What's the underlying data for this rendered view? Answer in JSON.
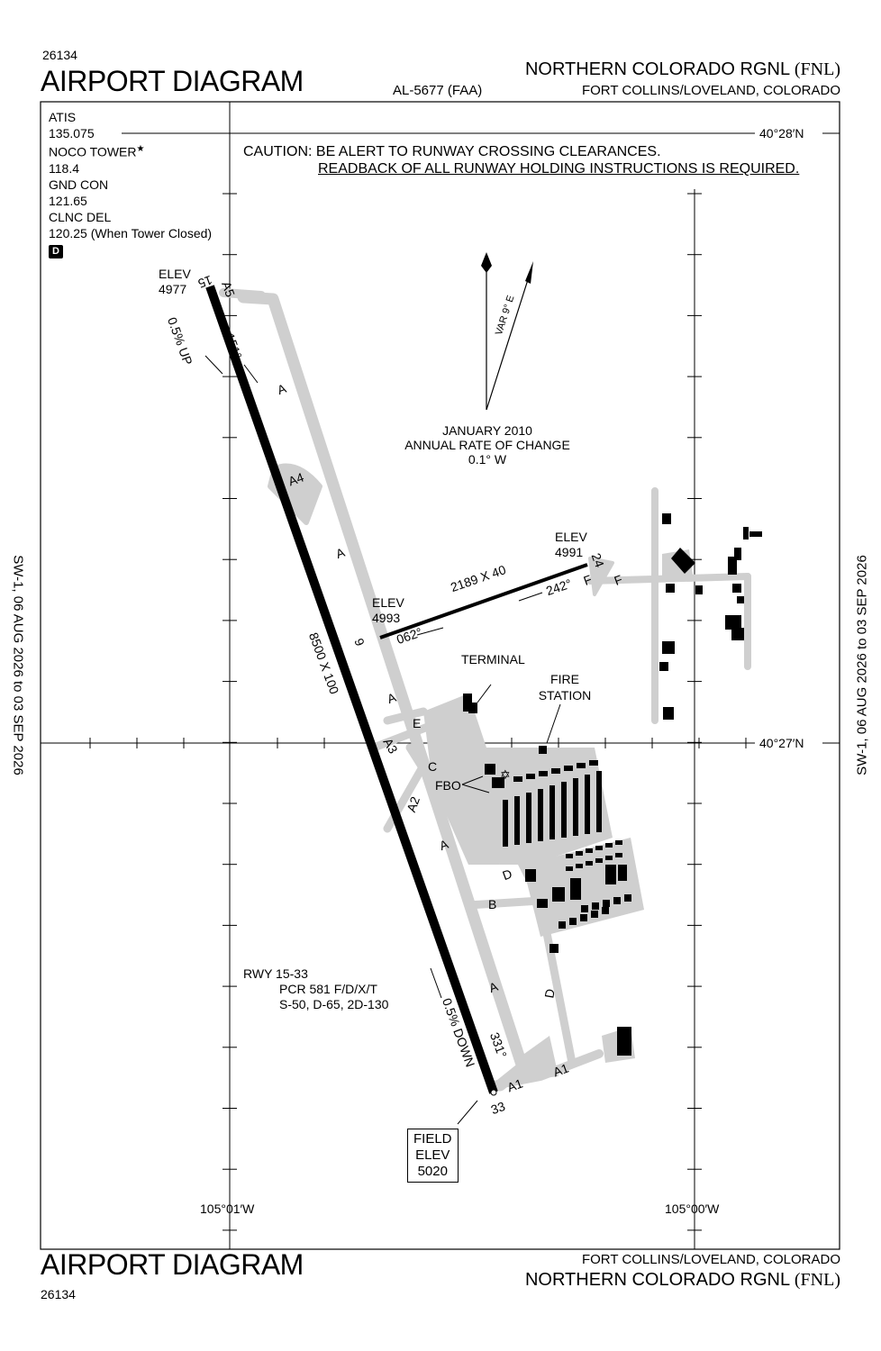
{
  "header": {
    "procedure_number": "26134",
    "title": "AIRPORT DIAGRAM",
    "al_number": "AL-5677 (FAA)",
    "airport_name": "NORTHERN COLORADO RGNL",
    "airport_id": "(FNL)",
    "location": "FORT COLLINS/LOVELAND, COLORADO"
  },
  "footer": {
    "title": "AIRPORT DIAGRAM",
    "procedure_number": "26134",
    "location": "FORT COLLINS/LOVELAND, COLORADO",
    "airport_name": "NORTHERN COLORADO RGNL",
    "airport_id": "(FNL)"
  },
  "side_labels": {
    "left": "SW-1, 06 AUG 2026 to 03 SEP 2026",
    "right": "SW-1, 06 AUG 2026 to 03 SEP 2026"
  },
  "frequencies": {
    "atis_label": "ATIS",
    "atis_freq": "135.075",
    "tower_label": "NOCO TOWER",
    "tower_star": "★",
    "tower_freq": "118.4",
    "gnd_label": "GND CON",
    "gnd_freq": "121.65",
    "clnc_label": "CLNC DEL",
    "clnc_freq": "120.25 (When Tower Closed)",
    "d_box": "D"
  },
  "caution": {
    "line1": "CAUTION: BE ALERT TO RUNWAY CROSSING CLEARANCES.",
    "line2": "READBACK OF ALL RUNWAY HOLDING INSTRUCTIONS IS REQUIRED."
  },
  "grid": {
    "lat_north": "40°28′N",
    "lat_south": "40°27′N",
    "lon_west": "105°01′W",
    "lon_east": "105°00′W"
  },
  "magnetic": {
    "var": "VAR 9° E",
    "line1": "JANUARY 2010",
    "line2": "ANNUAL RATE OF CHANGE",
    "line3": "0.1° W"
  },
  "runway_main": {
    "designator": "RWY 15-33",
    "pcr": "PCR 581 F/D/X/T",
    "strength": "S-50, D-65, 2D-130",
    "dimensions": "8500 X 100",
    "end15": "15",
    "end33": "33",
    "heading15": "151°",
    "heading33": "331°",
    "slope15": "0.5% UP",
    "slope33": "0.5% DOWN",
    "elev_label": "ELEV",
    "elev15": "4977"
  },
  "runway_cross": {
    "dimensions": "2189 X 40",
    "end6": "6",
    "end24": "24",
    "heading6": "062°",
    "heading24": "242°",
    "elev_label": "ELEV",
    "elev6": "4993",
    "elev24": "4991"
  },
  "taxiways": {
    "A": "A",
    "A1": "A1",
    "A2": "A2",
    "A3": "A3",
    "A4": "A4",
    "A5": "A5",
    "B": "B",
    "C": "C",
    "D": "D",
    "E": "E",
    "F": "F"
  },
  "labels": {
    "terminal": "TERMINAL",
    "fire1": "FIRE",
    "fire2": "STATION",
    "fbo": "FBO",
    "field_elev_1": "FIELD",
    "field_elev_2": "ELEV",
    "field_elev_3": "5020"
  }
}
